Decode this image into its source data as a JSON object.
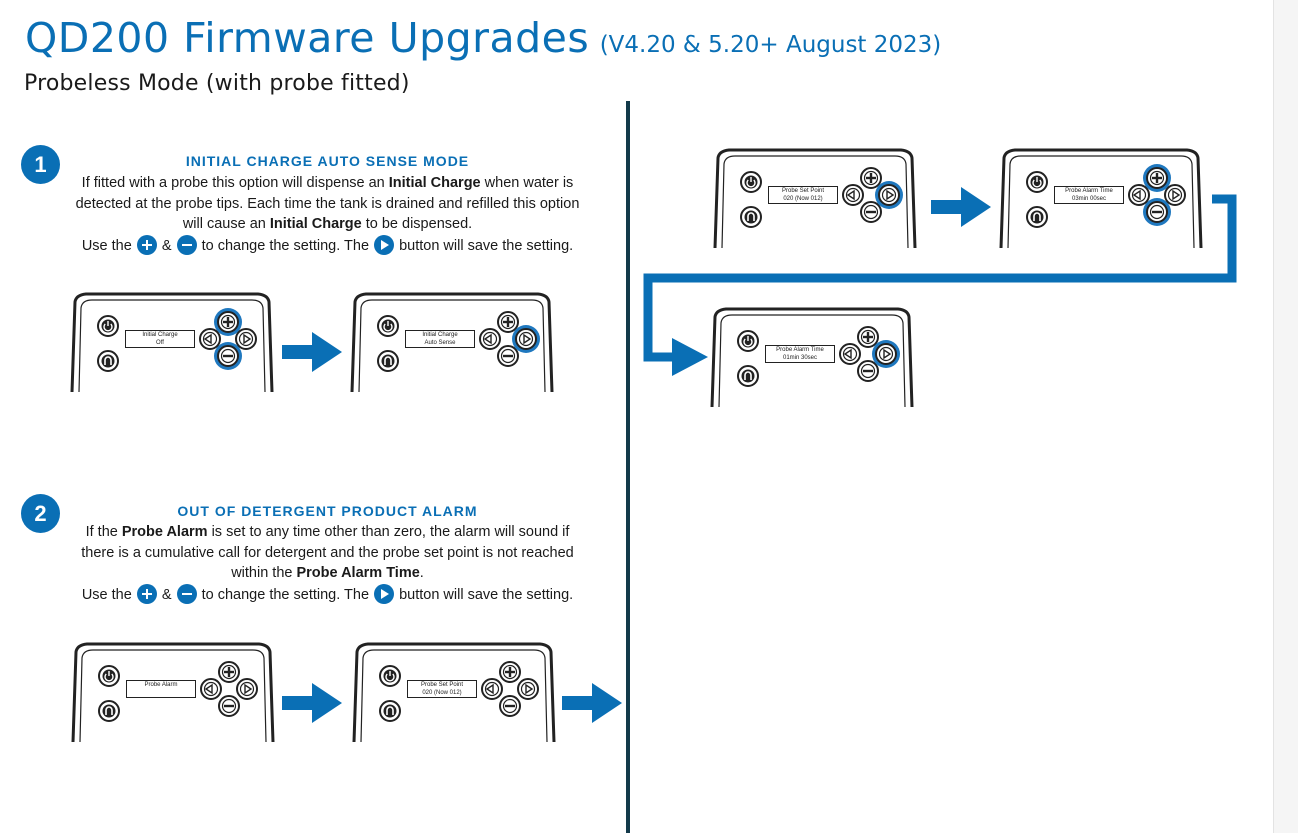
{
  "header": {
    "title": "QD200 Firmware Upgrades",
    "version": "(V4.20 & 5.20+ August 2023)",
    "subtitle": "Probeless Mode (with probe fitted)"
  },
  "steps": [
    {
      "number": "1",
      "heading": "INITIAL CHARGE AUTO SENSE MODE",
      "text_a": "If fitted with a probe this option will dispense an ",
      "bold_a": "Initial Charge",
      "text_b": " when water is detected at the probe tips. Each time the tank is drained and refilled this option will cause an ",
      "bold_b": "Initial Charge",
      "text_c": " to be dispensed."
    },
    {
      "number": "2",
      "heading": "OUT OF DETERGENT PRODUCT ALARM",
      "text_a": "If the ",
      "bold_a": "Probe Alarm",
      "text_b": " is set to any time other than zero, the alarm will sound if there is a cumulative call for detergent and the probe set point is not reached within the ",
      "bold_b": "Probe Alarm Time",
      "text_c": "."
    }
  ],
  "usage": {
    "use_the": "Use the",
    "amp": "&",
    "to_change": "to change the setting. The",
    "will_save": "button will save the setting."
  },
  "displays": [
    {
      "line1": "Initial Charge",
      "line2": "Off"
    },
    {
      "line1": "Initial Charge",
      "line2": "Auto Sense"
    },
    {
      "line1": "Probe Alarm",
      "line2": ""
    },
    {
      "line1": "Probe Set Point",
      "line2": "020 (Now 012)"
    },
    {
      "line1": "Probe Set Point",
      "line2": "020 (Now 012)"
    },
    {
      "line1": "Probe Alarm Time",
      "line2": "03min 00sec"
    },
    {
      "line1": "Probe Alarm Time",
      "line2": "01min 30sec"
    }
  ],
  "colors": {
    "accent": "#0a6fb5",
    "divider": "#133a4a",
    "button_highlight": "#1f78bf"
  },
  "icons": [
    "plus-button-icon",
    "minus-button-icon",
    "play-button-icon",
    "power-icon",
    "magnet-icon",
    "left-arrow-icon",
    "right-arrow-icon",
    "flow-arrow-icon"
  ]
}
